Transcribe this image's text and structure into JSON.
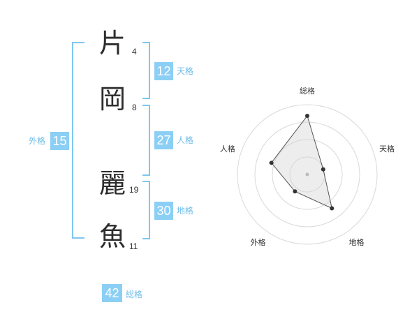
{
  "name": {
    "chars": [
      {
        "char": "片",
        "strokes": "4"
      },
      {
        "char": "岡",
        "strokes": "8"
      },
      {
        "char": "麗",
        "strokes": "19"
      },
      {
        "char": "魚",
        "strokes": "11"
      }
    ]
  },
  "kakusu": {
    "tenkaku": {
      "value": "12",
      "label": "天格"
    },
    "jinkaku": {
      "value": "27",
      "label": "人格"
    },
    "chikaku": {
      "value": "30",
      "label": "地格"
    },
    "gaikaku": {
      "value": "15",
      "label": "外格"
    },
    "soukaku": {
      "value": "42",
      "label": "総格"
    }
  },
  "colors": {
    "accent": "#8ccff5",
    "bracket": "#7ec7ef",
    "label": "#6fbde8"
  },
  "chart_data": {
    "type": "radar",
    "axes": [
      "総格",
      "天格",
      "地格",
      "外格",
      "人格"
    ],
    "values": [
      42,
      12,
      30,
      15,
      27
    ],
    "levels": 4
  }
}
